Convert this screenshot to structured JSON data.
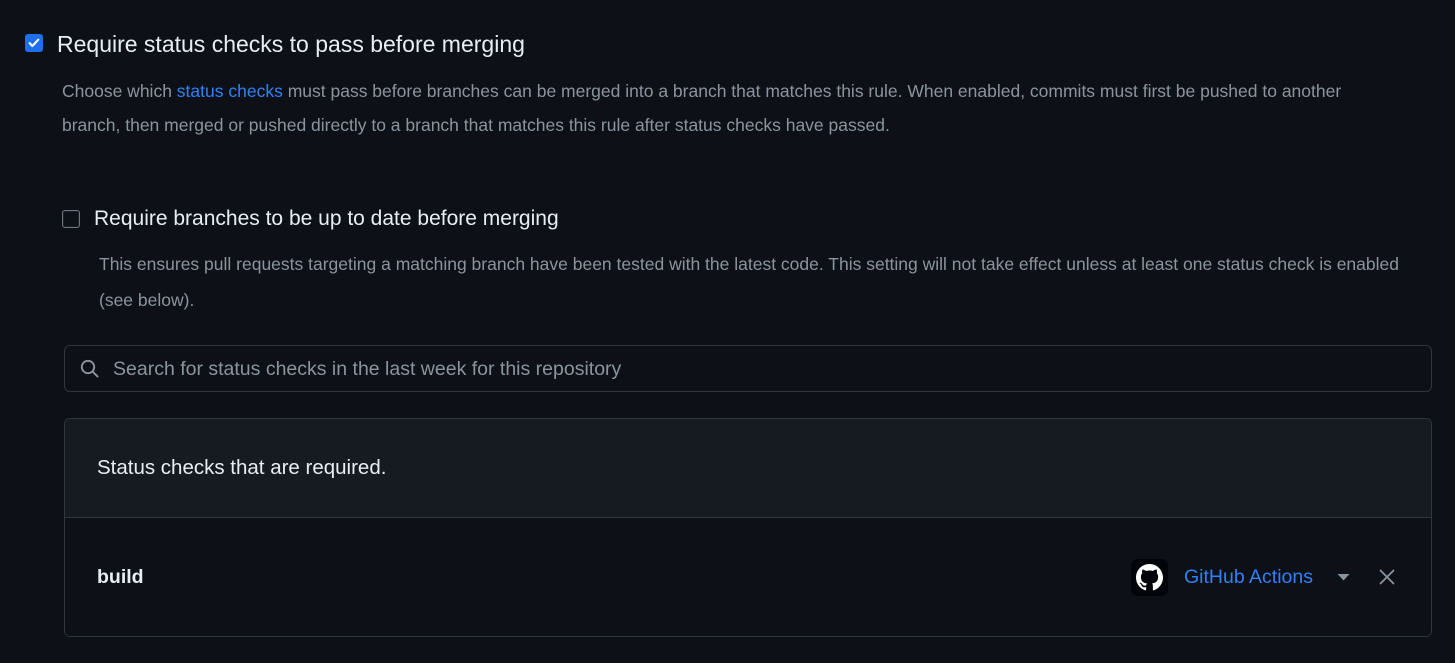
{
  "theme": {
    "background": "#0d1117",
    "panel_header_bg": "#161b22",
    "border": "#30363d",
    "text_primary": "#e6edf3",
    "text_muted": "#8b949e",
    "link": "#2f81f7",
    "checkbox_checked": "#1f6feb",
    "checkbox_border": "#6e7681"
  },
  "status_checks_setting": {
    "checkbox_checked": true,
    "label": "Require status checks to pass before merging",
    "description_part_1": "Choose which ",
    "description_link": "status checks",
    "description_part_2": " must pass before branches can be merged into a branch that matches this rule. When enabled, commits must first be pushed to another branch, then merged or pushed directly to a branch that matches this rule after status checks have passed."
  },
  "up_to_date_setting": {
    "checkbox_checked": false,
    "label": "Require branches to be up to date before merging",
    "description": "This ensures pull requests targeting a matching branch have been tested with the latest code. This setting will not take effect unless at least one status check is enabled (see below)."
  },
  "search": {
    "placeholder": "Search for status checks in the last week for this repository",
    "value": "",
    "icon": "search-icon"
  },
  "required_checks_panel": {
    "header_title": "Status checks that are required.",
    "rows": [
      {
        "name": "build",
        "source_icon": "github-logo-icon",
        "source_label": "GitHub Actions",
        "dropdown_icon": "chevron-down-icon",
        "remove_icon": "close-icon"
      }
    ]
  }
}
